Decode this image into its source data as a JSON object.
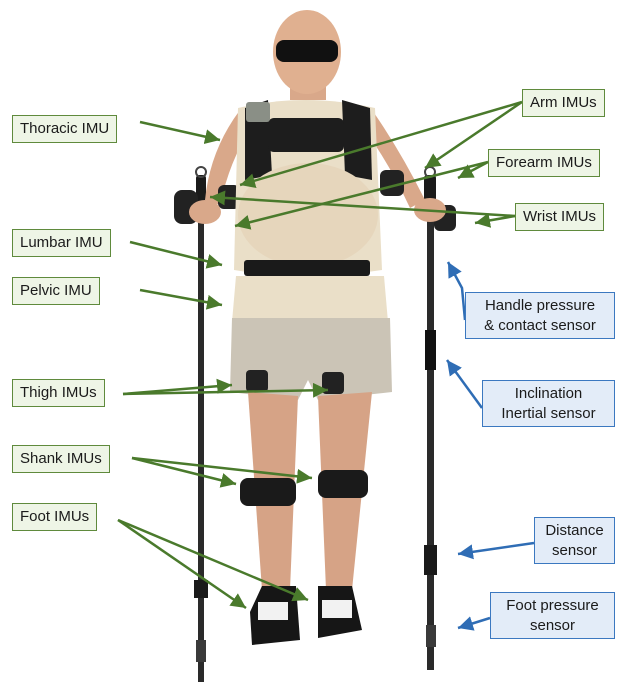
{
  "diagram": {
    "imu_labels": {
      "thoracic": "Thoracic IMU",
      "arm": "Arm IMUs",
      "forearm": "Forearm IMUs",
      "wrist": "Wrist IMUs",
      "lumbar": "Lumbar IMU",
      "pelvic": "Pelvic IMU",
      "thigh": "Thigh IMUs",
      "shank": "Shank IMUs",
      "foot": "Foot IMUs"
    },
    "pole_sensor_labels": {
      "handle_line1": "Handle pressure",
      "handle_line2": "& contact sensor",
      "inclination_line1": "Inclination",
      "inclination_line2": "Inertial sensor",
      "distance_line1": "Distance",
      "distance_line2": "sensor",
      "foot_pressure_line1": "Foot pressure",
      "foot_pressure_line2": "sensor"
    }
  },
  "colors": {
    "imu_arrow": "#4a7a2c",
    "imu_box_border": "#5f8a3c",
    "imu_box_fill": "#eef5e6",
    "sensor_arrow": "#2f6db5",
    "sensor_box_border": "#3b78c0",
    "sensor_box_fill": "#e3ecf8"
  }
}
